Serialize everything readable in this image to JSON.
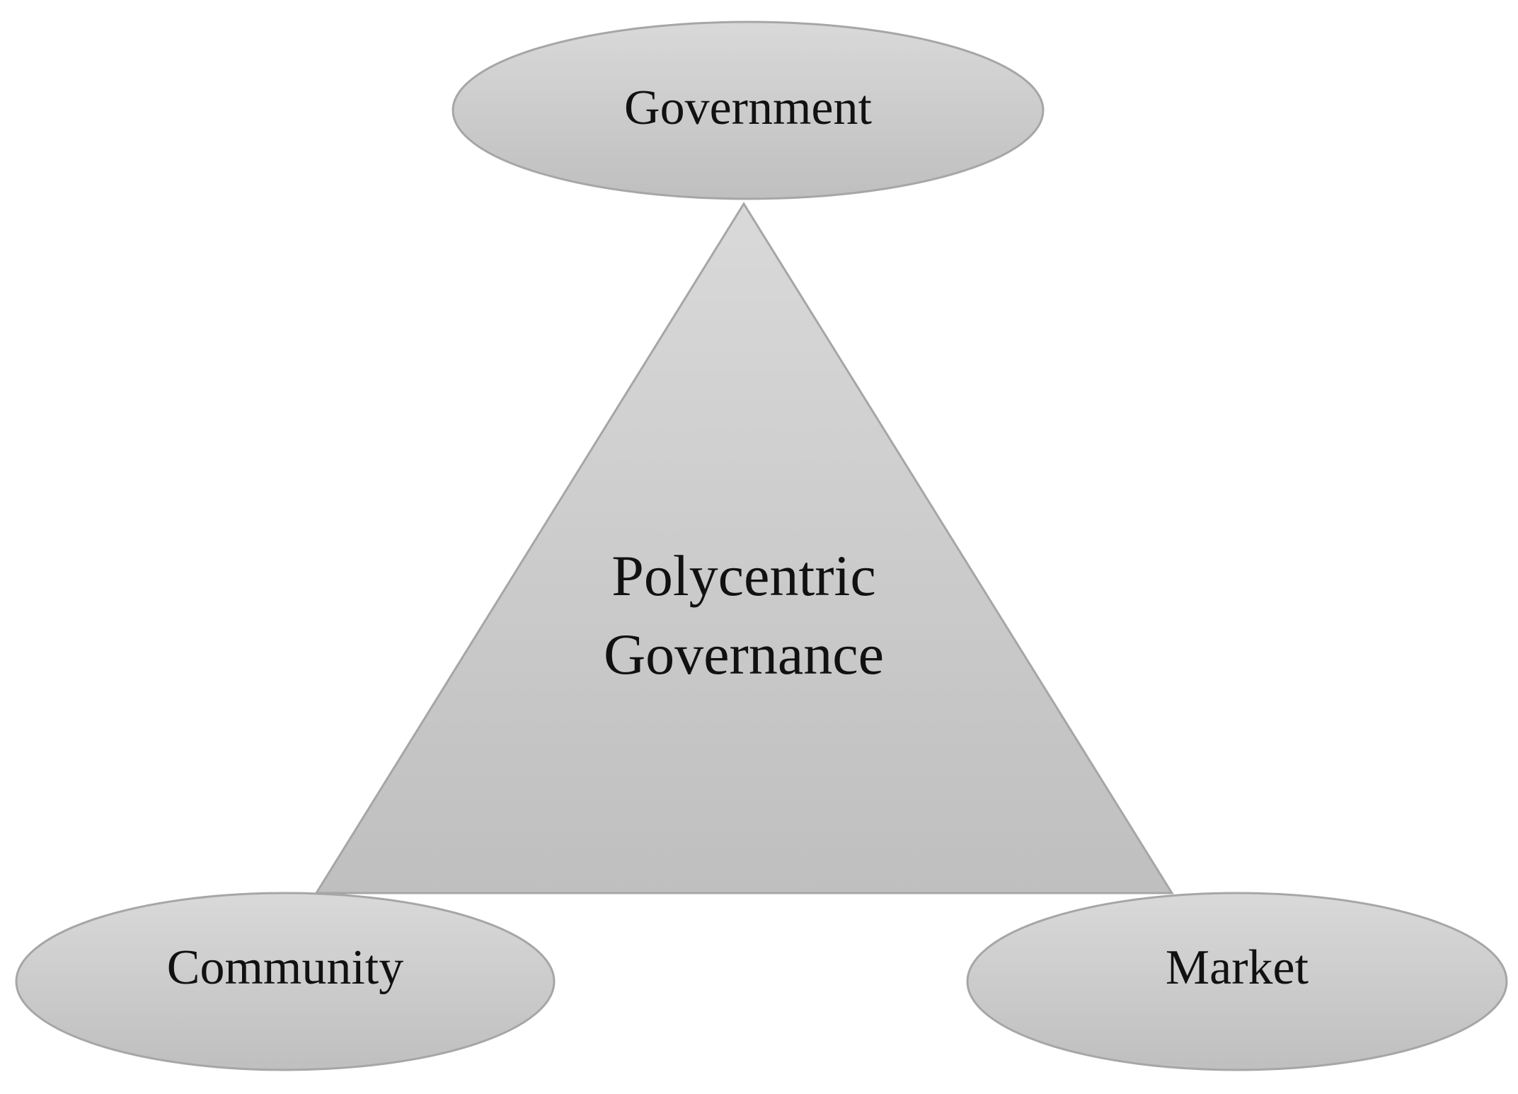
{
  "diagram": {
    "nodes": {
      "top": {
        "label": "Government"
      },
      "bottom_left": {
        "label": "Community"
      },
      "bottom_right": {
        "label": "Market"
      }
    },
    "center": {
      "lines": [
        "Polycentric",
        "Governance"
      ]
    }
  },
  "colors": {
    "fill_light": "#d9d9d9",
    "fill_dark": "#bfbfbf",
    "stroke": "#a6a6a6",
    "text": "#111111"
  }
}
